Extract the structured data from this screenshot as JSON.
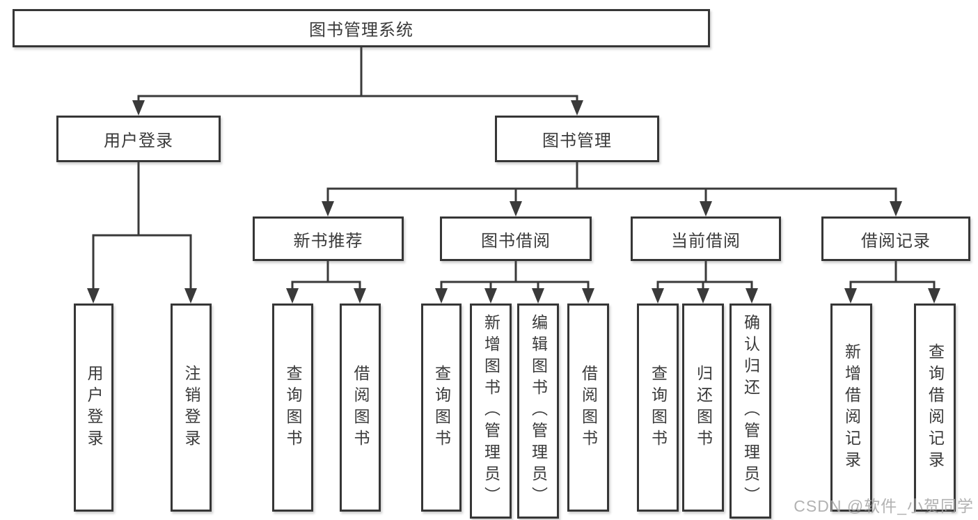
{
  "page": {
    "watermark": "CSDN @软件_小贺同学"
  },
  "colors": {
    "line": "#3a3a3a",
    "box_border": "#363636",
    "box_fill": "#ffffff",
    "text": "#3a3a3a",
    "watermark": "#a5a5a5",
    "background": "#ffffff"
  },
  "tree": {
    "root": {
      "label": "图书管理系统"
    },
    "level2": [
      {
        "label": "用户登录"
      },
      {
        "label": "图书管理"
      }
    ],
    "level3": [
      {
        "label": "新书推荐",
        "parent": "图书管理"
      },
      {
        "label": "图书借阅",
        "parent": "图书管理"
      },
      {
        "label": "当前借阅",
        "parent": "图书管理"
      },
      {
        "label": "借阅记录",
        "parent": "图书管理"
      }
    ],
    "leaves": [
      {
        "label": "用户登录",
        "parent": "用户登录"
      },
      {
        "label": "注销登录",
        "parent": "用户登录"
      },
      {
        "label": "查询图书",
        "parent": "新书推荐"
      },
      {
        "label": "借阅图书",
        "parent": "新书推荐"
      },
      {
        "label": "查询图书",
        "parent": "图书借阅"
      },
      {
        "label": "新增图书（管理员）",
        "parent": "图书借阅"
      },
      {
        "label": "编辑图书（管理员）",
        "parent": "图书借阅"
      },
      {
        "label": "借阅图书",
        "parent": "图书借阅"
      },
      {
        "label": "查询图书",
        "parent": "当前借阅"
      },
      {
        "label": "归还图书",
        "parent": "当前借阅"
      },
      {
        "label": "确认归还（管理员）",
        "parent": "当前借阅"
      },
      {
        "label": "新增借阅记录",
        "parent": "借阅记录"
      },
      {
        "label": "查询借阅记录",
        "parent": "借阅记录"
      }
    ]
  }
}
